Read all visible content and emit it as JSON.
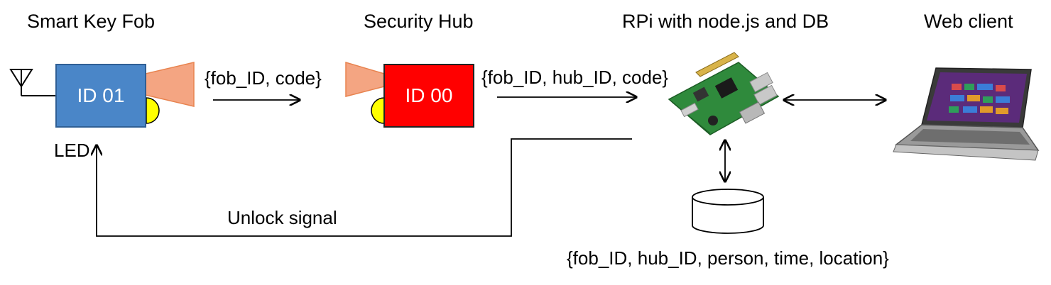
{
  "headers": {
    "fob": "Smart Key Fob",
    "hub": "Security Hub",
    "rpi": "RPi with node.js and DB",
    "web": "Web client"
  },
  "fob": {
    "id_label": "ID 01",
    "led_label": "LED"
  },
  "hub": {
    "id_label": "ID 00"
  },
  "messages": {
    "fob_to_hub": "{fob_ID, code}",
    "hub_to_rpi": "{fob_ID, hub_ID, code}",
    "unlock": "Unlock signal",
    "db_record": "{fob_ID, hub_ID, person, time, location}"
  },
  "colors": {
    "fob_box": "#4a86c8",
    "hub_box": "#ff0000",
    "led": "#ffff00",
    "emitter": "#f4a582"
  },
  "icons": {
    "antenna": "antenna-icon",
    "rpi": "raspberry-pi-board-icon",
    "database": "database-cylinder-icon",
    "laptop": "laptop-icon"
  }
}
